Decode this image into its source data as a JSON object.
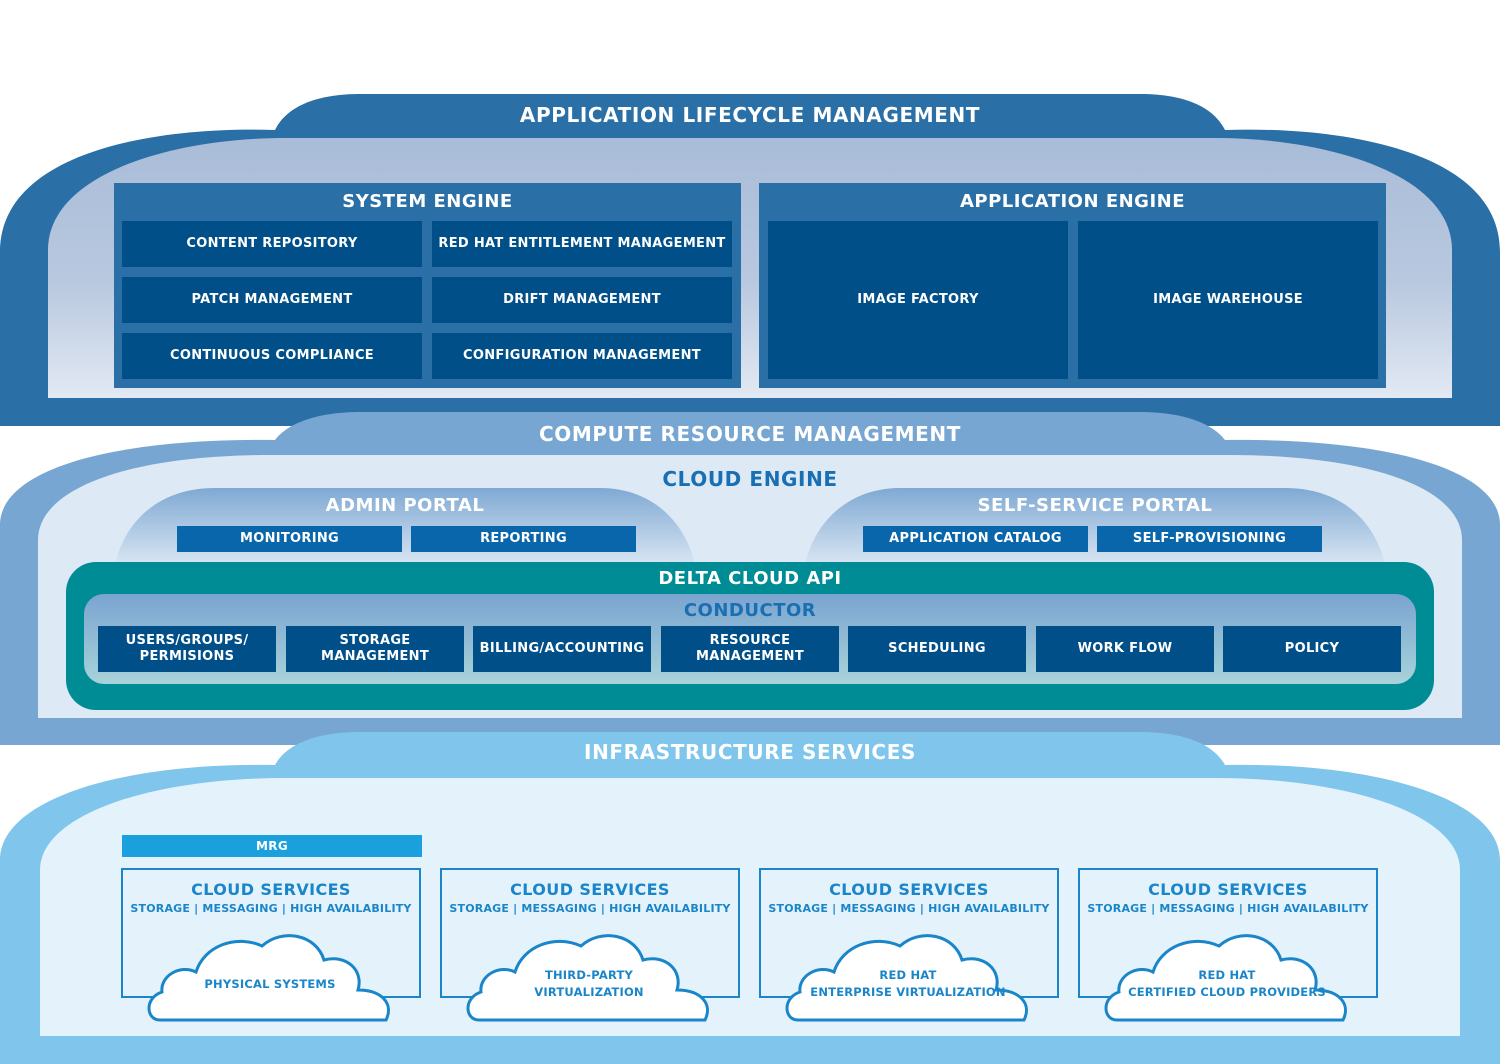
{
  "alm": {
    "title": "APPLICATION LIFECYCLE MANAGEMENT",
    "system_engine": {
      "title": "SYSTEM ENGINE",
      "items": [
        "CONTENT REPOSITORY",
        "RED HAT ENTITLEMENT MANAGEMENT",
        "PATCH MANAGEMENT",
        "DRIFT MANAGEMENT",
        "CONTINUOUS COMPLIANCE",
        "CONFIGURATION MANAGEMENT"
      ]
    },
    "application_engine": {
      "title": "APPLICATION ENGINE",
      "items": [
        "IMAGE FACTORY",
        "IMAGE WAREHOUSE"
      ]
    }
  },
  "crm": {
    "title": "COMPUTE RESOURCE MANAGEMENT",
    "cloud_engine": "CLOUD ENGINE",
    "admin_portal": {
      "title": "ADMIN PORTAL",
      "items": [
        "MONITORING",
        "REPORTING"
      ]
    },
    "self_service_portal": {
      "title": "SELF-SERVICE PORTAL",
      "items": [
        "APPLICATION CATALOG",
        "SELF-PROVISIONING"
      ]
    },
    "delta_cloud_api": "DELTA CLOUD API",
    "conductor": {
      "title": "CONDUCTOR",
      "items": [
        "USERS/GROUPS/\nPERMISIONS",
        "STORAGE\nMANAGEMENT",
        "BILLING/ACCOUNTING",
        "RESOURCE\nMANAGEMENT",
        "SCHEDULING",
        "WORK FLOW",
        "POLICY"
      ]
    }
  },
  "infra": {
    "title": "INFRASTRUCTURE SERVICES",
    "mrg": "MRG",
    "cloud_services": [
      {
        "title": "CLOUD SERVICES",
        "subtitle": "STORAGE | MESSAGING | HIGH AVAILABILITY",
        "cloud": "PHYSICAL SYSTEMS"
      },
      {
        "title": "CLOUD SERVICES",
        "subtitle": "STORAGE | MESSAGING | HIGH AVAILABILITY",
        "cloud": "THIRD-PARTY\nVIRTUALIZATION"
      },
      {
        "title": "CLOUD SERVICES",
        "subtitle": "STORAGE | MESSAGING | HIGH AVAILABILITY",
        "cloud": "RED HAT\nENTERPRISE VIRTUALIZATION"
      },
      {
        "title": "CLOUD SERVICES",
        "subtitle": "STORAGE | MESSAGING | HIGH AVAILABILITY",
        "cloud": "RED HAT\nCERTIFIED CLOUD PROVIDERS"
      }
    ]
  },
  "colors": {
    "alm_band": "#2a6fa6",
    "crm_band": "#78a6d2",
    "infra_band": "#7fc5ec",
    "dark_box": "#004f88",
    "teal_api": "#008c95",
    "mrg": "#1aa0dc"
  }
}
